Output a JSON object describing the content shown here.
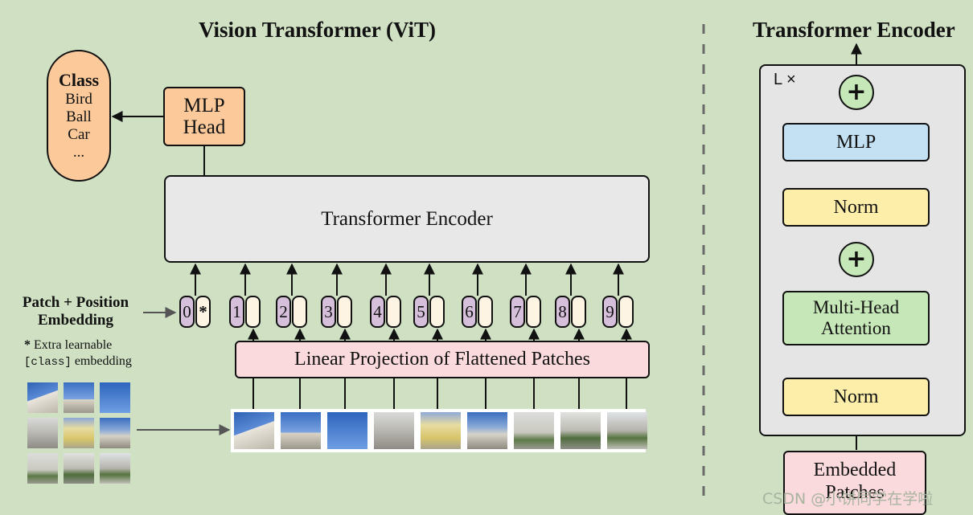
{
  "vit": {
    "title": "Vision Transformer (ViT)",
    "encoder_label": "Transformer Encoder",
    "mlp_head": [
      "MLP",
      "Head"
    ],
    "class_box": {
      "title": "Class",
      "items": [
        "Bird",
        "Ball",
        "Car",
        "..."
      ]
    },
    "patch_position_label": [
      "Patch + Position",
      "Embedding"
    ],
    "extra_note": {
      "star": "*",
      "line1": " Extra learnable",
      "code": "[class]",
      "line2": " embedding"
    },
    "linear_projection": "Linear Projection of Flattened Patches",
    "tokens": [
      {
        "pos": "0",
        "emb": "*"
      },
      {
        "pos": "1",
        "emb": ""
      },
      {
        "pos": "2",
        "emb": ""
      },
      {
        "pos": "3",
        "emb": ""
      },
      {
        "pos": "4",
        "emb": ""
      },
      {
        "pos": "5",
        "emb": ""
      },
      {
        "pos": "6",
        "emb": ""
      },
      {
        "pos": "7",
        "emb": ""
      },
      {
        "pos": "8",
        "emb": ""
      },
      {
        "pos": "9",
        "emb": ""
      }
    ]
  },
  "encoder_detail": {
    "title": "Transformer Encoder",
    "repeat_label": "L ×",
    "mlp": "MLP",
    "norm_top": "Norm",
    "mha": [
      "Multi-Head",
      "Attention"
    ],
    "norm_bottom": "Norm",
    "input": [
      "Embedded",
      "Patches"
    ],
    "plus": "+"
  },
  "colors": {
    "background": "#cfe0c3",
    "head": "#fbc99a",
    "encoder": "#e8e8e8",
    "projection": "#fadadd",
    "mlp": "#c3e1f3",
    "norm": "#fdeeaa",
    "attention": "#c6e7b8",
    "position_token": "#d6bfdb"
  },
  "watermark": "CSDN @小饼同学在学啦"
}
